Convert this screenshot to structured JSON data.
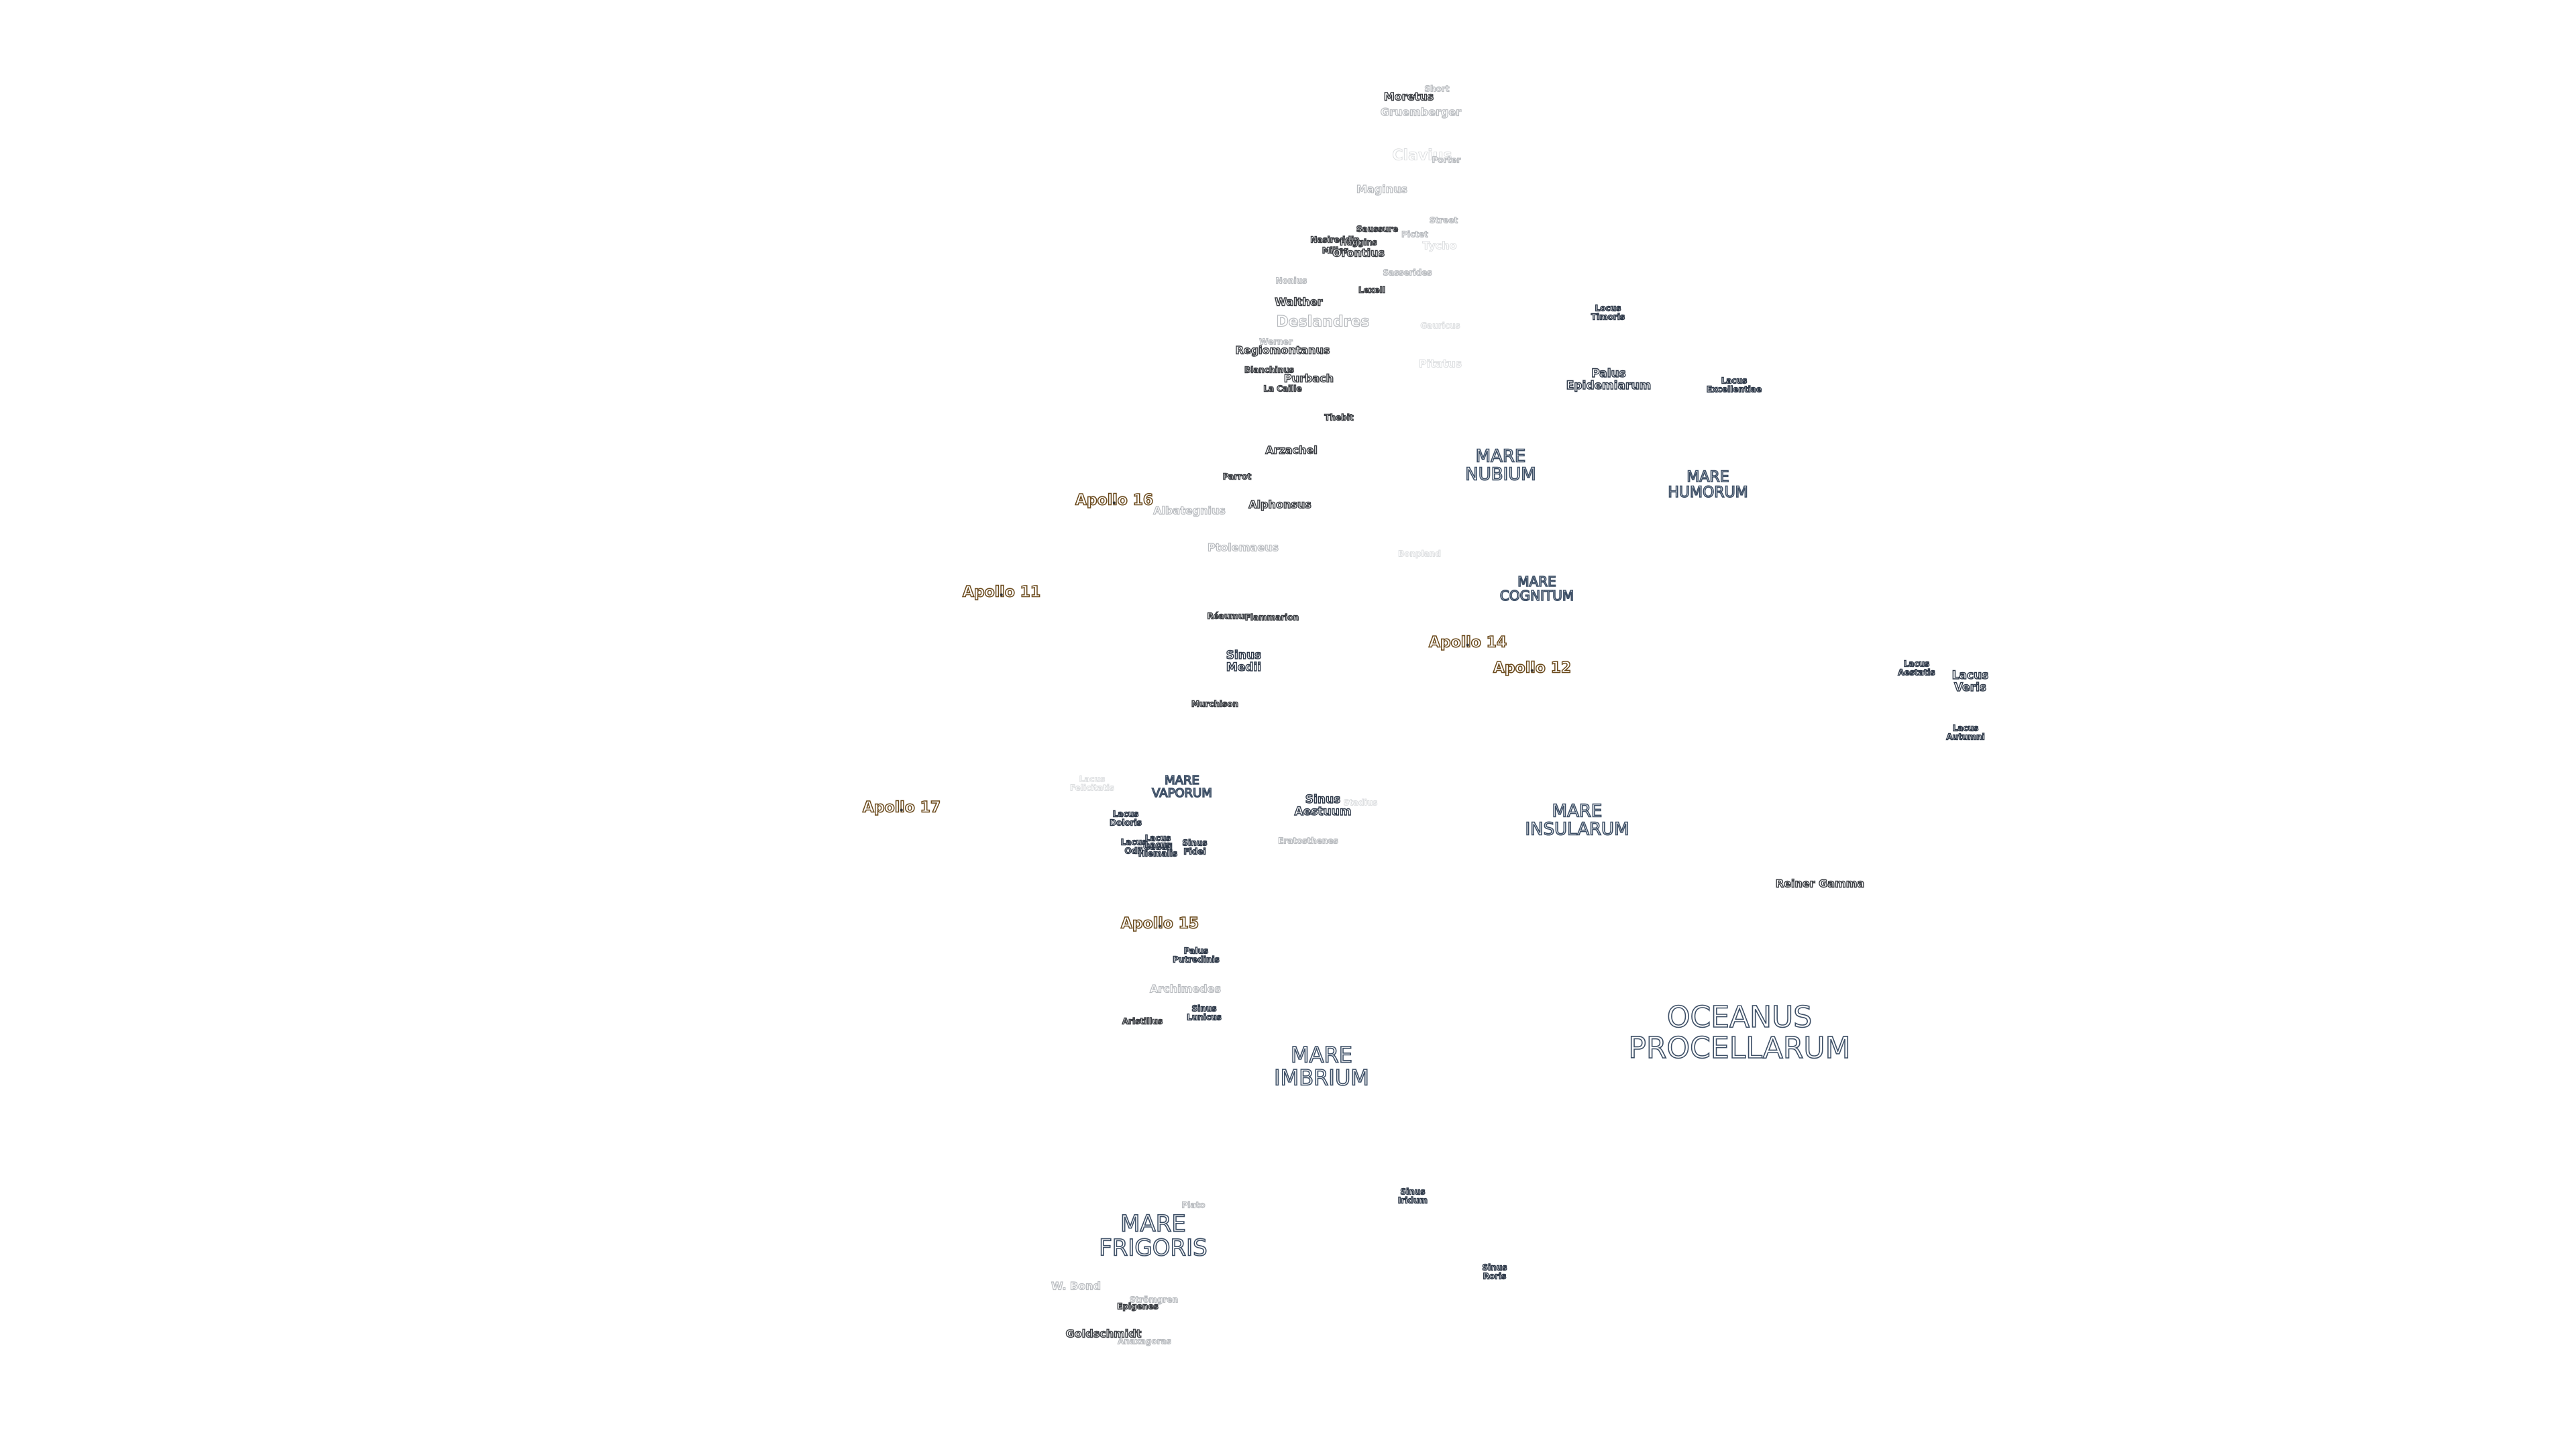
{
  "map": {
    "labels": [
      {
        "text": "Moretus",
        "kind": "crater"
      },
      {
        "text": "Short",
        "kind": "crater-faint-tiny"
      },
      {
        "text": "Gruemberger",
        "kind": "crater-faint"
      },
      {
        "text": "Clavius",
        "kind": "crater-ghost-big"
      },
      {
        "text": "Porter",
        "kind": "crater-faint-tiny"
      },
      {
        "text": "Maginus",
        "kind": "crater-faint"
      },
      {
        "text": "Street",
        "kind": "crater-faint-tiny"
      },
      {
        "text": "Saussure",
        "kind": "crater-tiny"
      },
      {
        "text": "Pictet",
        "kind": "crater-faint-tiny"
      },
      {
        "text": "Tycho",
        "kind": "crater-ghost"
      },
      {
        "text": "Nasireddin",
        "kind": "crater-tiny"
      },
      {
        "text": "Miller",
        "kind": "crater-tiny"
      },
      {
        "text": "Huggins",
        "kind": "crater-tiny"
      },
      {
        "text": "Orontius",
        "kind": "crater"
      },
      {
        "text": "Sasserides",
        "kind": "crater-faint-tiny"
      },
      {
        "text": "Nonius",
        "kind": "crater-faint-tiny"
      },
      {
        "text": "Lexell",
        "kind": "crater-tiny"
      },
      {
        "text": "Walther",
        "kind": "crater"
      },
      {
        "text": "Deslandres",
        "kind": "crater-faint-big"
      },
      {
        "text": "Locus\nTimoris",
        "kind": "feature-tiny"
      },
      {
        "text": "Gauricus",
        "kind": "crater-ghost-tiny"
      },
      {
        "text": "Werner",
        "kind": "crater-faint-tiny"
      },
      {
        "text": "Regiomontanus",
        "kind": "crater"
      },
      {
        "text": "Pitatus",
        "kind": "crater-ghost"
      },
      {
        "text": "Blanchinus",
        "kind": "crater-tiny"
      },
      {
        "text": "Purbach",
        "kind": "crater"
      },
      {
        "text": "La Caille",
        "kind": "crater-tiny"
      },
      {
        "text": "Palus\nEpidemiarum",
        "kind": "feature"
      },
      {
        "text": "Lacus\nExcellentiae",
        "kind": "feature-tiny"
      },
      {
        "text": "Thebit",
        "kind": "crater-tiny"
      },
      {
        "text": "Arzachel",
        "kind": "crater"
      },
      {
        "text": "MARE\nNUBIUM",
        "kind": "mare"
      },
      {
        "text": "Parrot",
        "kind": "crater-tiny"
      },
      {
        "text": "MARE\nHUMORUM",
        "kind": "mare-small"
      },
      {
        "text": "Apollo 16",
        "kind": "apollo"
      },
      {
        "text": "Albategnius",
        "kind": "crater-faint"
      },
      {
        "text": "Alphonsus",
        "kind": "crater"
      },
      {
        "text": "Ptolemaeus",
        "kind": "crater-faint"
      },
      {
        "text": "Bonpland",
        "kind": "crater-ghost-tiny"
      },
      {
        "text": "MARE\nCOGNITUM",
        "kind": "mare-small"
      },
      {
        "text": "Apollo 11",
        "kind": "apollo"
      },
      {
        "text": "Réaumur",
        "kind": "crater-tiny"
      },
      {
        "text": "Flammarion",
        "kind": "crater-tiny"
      },
      {
        "text": "Apollo 14",
        "kind": "apollo"
      },
      {
        "text": "Sinus\nMedii",
        "kind": "feature"
      },
      {
        "text": "Apollo 12",
        "kind": "apollo"
      },
      {
        "text": "Lacus\nAestatis",
        "kind": "feature-tiny"
      },
      {
        "text": "Lacus\nVeris",
        "kind": "feature"
      },
      {
        "text": "Murchison",
        "kind": "crater-tiny"
      },
      {
        "text": "Lacus\nAutumni",
        "kind": "feature-tiny"
      },
      {
        "text": "Lacus\nFelicitatis",
        "kind": "crater-ghost-tiny"
      },
      {
        "text": "MARE\nVAPORUM",
        "kind": "mare-small"
      },
      {
        "text": "Sinus\nAestuum",
        "kind": "feature"
      },
      {
        "text": "Stadius",
        "kind": "crater-ghost-tiny"
      },
      {
        "text": "Apollo 17",
        "kind": "apollo"
      },
      {
        "text": "MARE\nINSULARUM",
        "kind": "mare"
      },
      {
        "text": "Lacus\nOdii",
        "kind": "feature-tiny"
      },
      {
        "text": "Eratosthenes",
        "kind": "crater-faint-tiny"
      },
      {
        "text": "Lacus\nDoloris",
        "kind": "feature-tiny"
      },
      {
        "text": "Lacus\nGaudii",
        "kind": "feature-tiny"
      },
      {
        "text": "Lacus\nHiemalis",
        "kind": "feature-tiny"
      },
      {
        "text": "Sinus\nFidei",
        "kind": "feature-tiny"
      },
      {
        "text": "Reiner Gamma",
        "kind": "crater"
      },
      {
        "text": "Apollo 15",
        "kind": "apollo"
      },
      {
        "text": "Palus\nPutredinis",
        "kind": "feature-tiny"
      },
      {
        "text": "Archimedes",
        "kind": "crater-faint"
      },
      {
        "text": "Sinus\nLunicus",
        "kind": "feature-tiny"
      },
      {
        "text": "Aristillus",
        "kind": "crater-tiny"
      },
      {
        "text": "OCEANUS\nPROCELLARUM",
        "kind": "mare-ocean"
      },
      {
        "text": "MARE\nIMBRIUM",
        "kind": "mare-large"
      },
      {
        "text": "Sinus\nIridum",
        "kind": "feature-tiny"
      },
      {
        "text": "Plato",
        "kind": "crater-faint-tiny"
      },
      {
        "text": "MARE\nFRIGORIS",
        "kind": "mare-large"
      },
      {
        "text": "Sinus\nRoris",
        "kind": "feature-tiny"
      },
      {
        "text": "W. Bond",
        "kind": "crater-faint"
      },
      {
        "text": "Strömgren",
        "kind": "crater-faint-tiny"
      },
      {
        "text": "Epigenes",
        "kind": "crater-tiny"
      },
      {
        "text": "Goldschmidt",
        "kind": "crater"
      },
      {
        "text": "Anaxagoras",
        "kind": "crater-faint-tiny"
      }
    ]
  }
}
